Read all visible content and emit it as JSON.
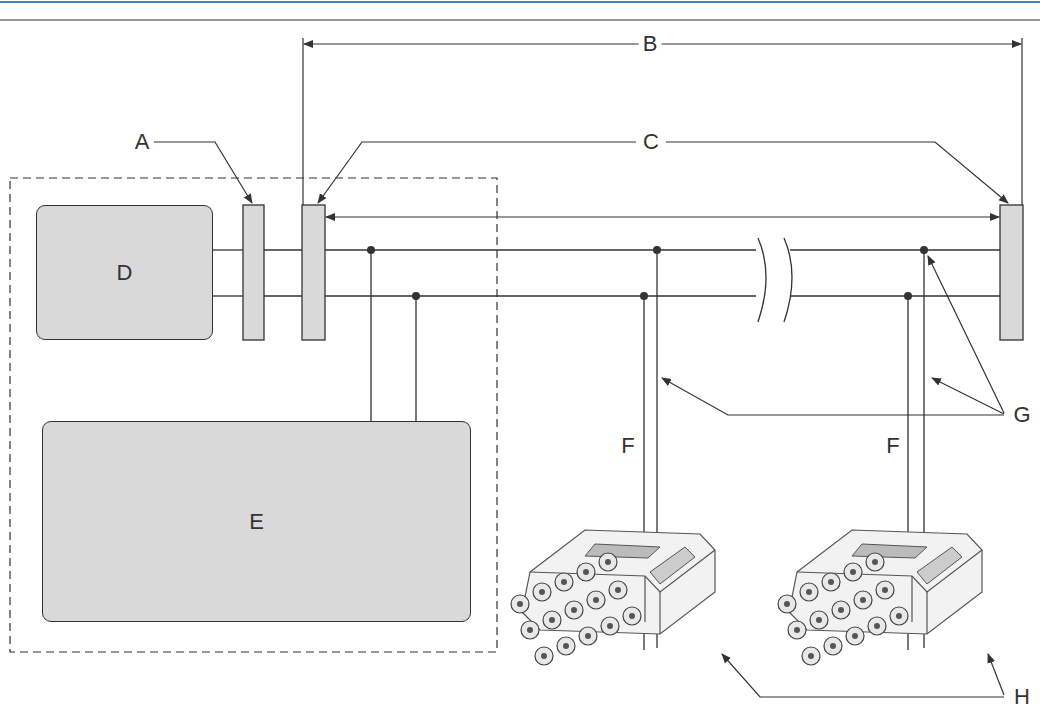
{
  "diagram": {
    "nodes": [
      {
        "text": [
          "D"
        ]
      },
      {
        "text": [
          "E"
        ]
      }
    ],
    "labels": [
      "B",
      "A",
      "C",
      "G",
      "F",
      "F",
      "H"
    ]
  }
}
